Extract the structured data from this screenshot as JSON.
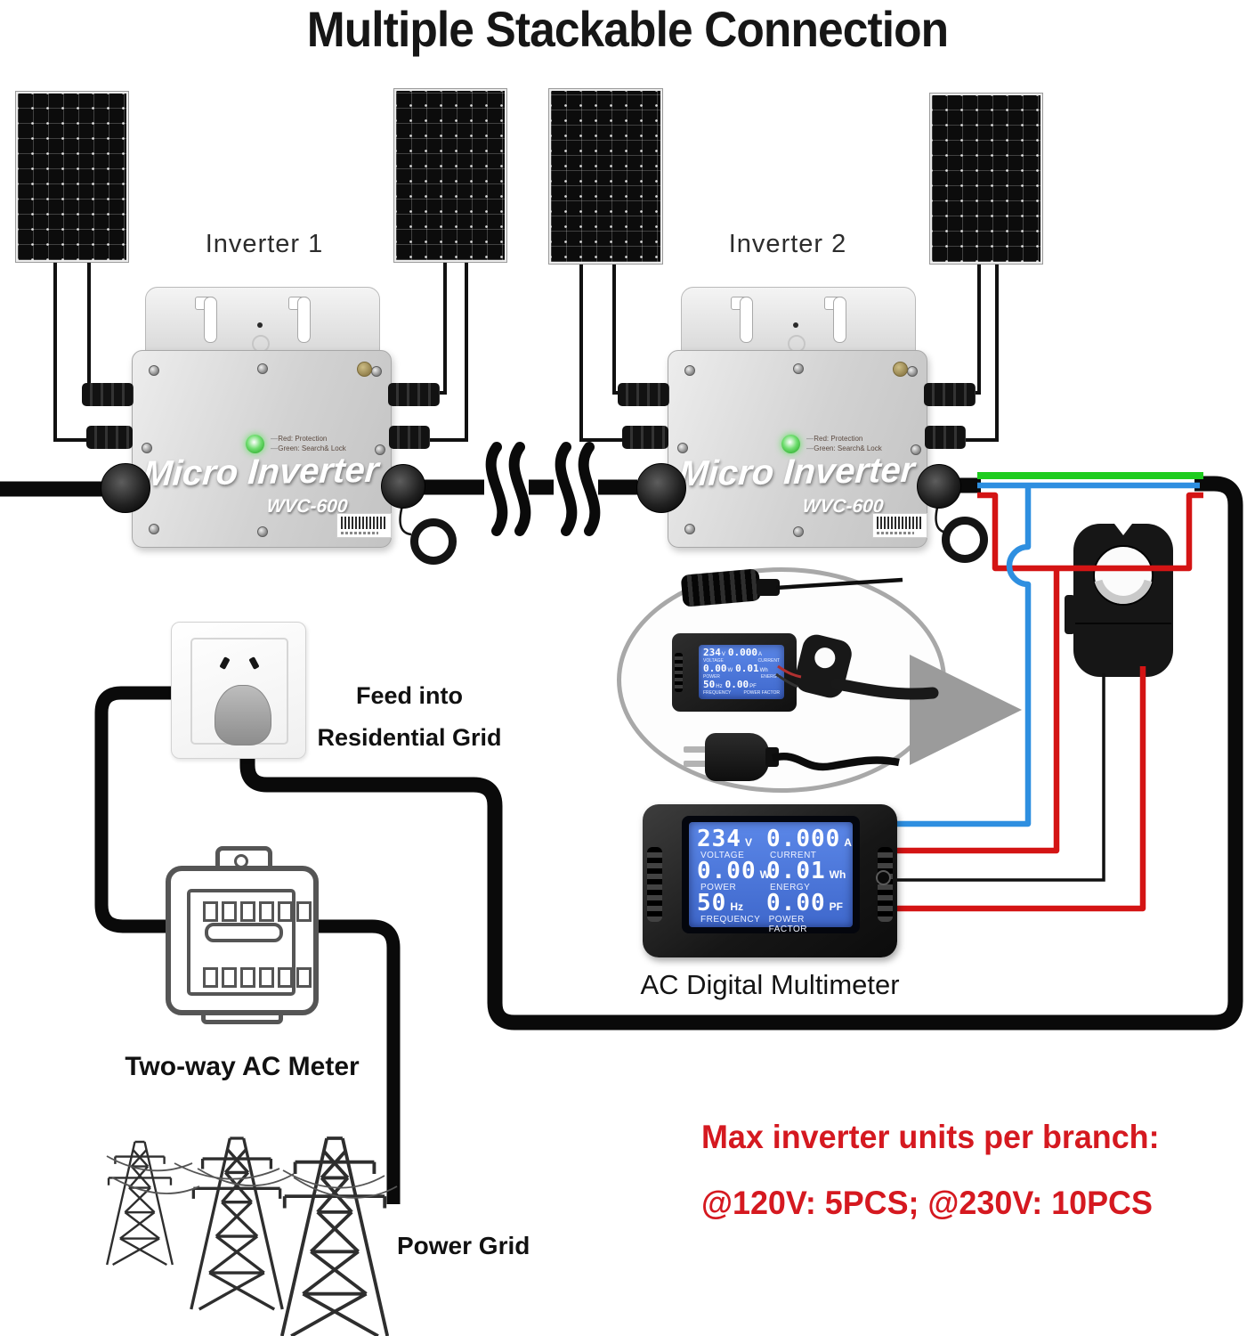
{
  "title": "Multiple Stackable Connection",
  "inverters": {
    "label_1": "Inverter 1",
    "label_2": "Inverter 2",
    "brand": "Micro Inverter",
    "model": "WVC-600",
    "led_legend_line1": "Red: Protection",
    "led_legend_line2": "Green: Search& Lock"
  },
  "outlet": {
    "caption_line1": "Feed into",
    "caption_line2": "Residential Grid"
  },
  "ac_meter": {
    "label": "Two-way AC Meter"
  },
  "power_grid": {
    "label": "Power Grid"
  },
  "multimeter": {
    "label": "AC Digital Multimeter",
    "lcd": {
      "voltage_value": "234",
      "voltage_unit": "V",
      "voltage_label": "VOLTAGE",
      "current_value": "0.000",
      "current_unit": "A",
      "current_label": "CURRENT",
      "power_value": "0.00",
      "power_unit": "W",
      "power_label": "POWER",
      "energy_value": "0.01",
      "energy_unit": "Wh",
      "energy_label": "ENERGY",
      "frequency_value": "50",
      "frequency_unit": "Hz",
      "frequency_label": "FREQUENCY",
      "pf_value": "0.00",
      "pf_unit": "PF",
      "pf_label": "POWER FACTOR"
    }
  },
  "note": {
    "line1": "Max inverter units per branch:",
    "line2": "@120V: 5PCS; @230V: 10PCS",
    "color": "#d51920"
  },
  "colors": {
    "wire_red": "#d41414",
    "wire_blue": "#2e8fe0",
    "wire_green": "#1ecc1e",
    "lcd_blue": "#4a79dd",
    "led_green": "#3bcf3b"
  }
}
